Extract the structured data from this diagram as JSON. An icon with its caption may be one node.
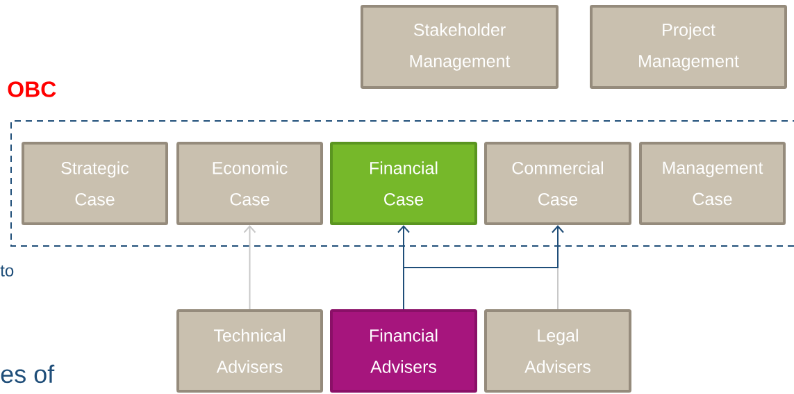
{
  "diagram": {
    "nodes": [
      {
        "text": [
          "Stakeholder Management"
        ]
      },
      {
        "text": [
          "Project Management"
        ]
      },
      {
        "text": [
          "OBC"
        ]
      },
      {
        "text": [
          "Strategic Case"
        ],
        "in": 2
      },
      {
        "text": [
          "Economic Case"
        ],
        "in": 2
      },
      {
        "text": [
          "Financial Case"
        ],
        "in": 2
      },
      {
        "text": [
          "Commercial Case"
        ],
        "in": 2
      },
      {
        "text": [
          "Management Case"
        ],
        "in": 2
      },
      {
        "text": [
          "Technical Advisers"
        ]
      },
      {
        "text": [
          "Financial Advisers"
        ]
      },
      {
        "text": [
          "Legal Advisers"
        ]
      }
    ],
    "edges": [
      {
        "from": 8,
        "to": 4,
        "arrow": "to",
        "color": "#c8c8c8"
      },
      {
        "from": 10,
        "to": 6,
        "arrow": "to",
        "color": "#c8c8c8"
      },
      {
        "from": 9,
        "to": 5,
        "arrow": "to",
        "color": "#1f4e79"
      },
      {
        "from": 9,
        "to": 6,
        "arrow": "to",
        "color": "#1f4e79"
      }
    ],
    "labels": [
      "to",
      "es of"
    ]
  }
}
